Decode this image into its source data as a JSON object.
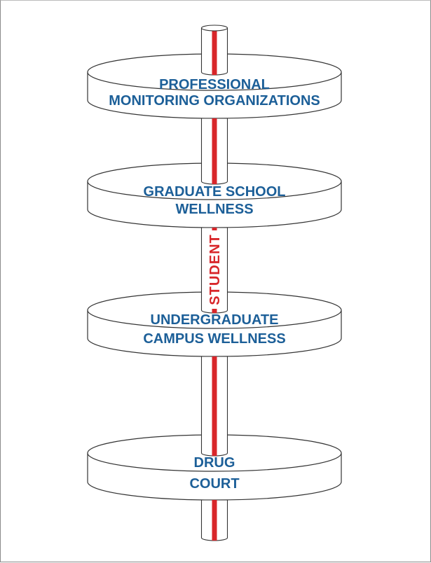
{
  "diagram": {
    "pole_label": "STUDENT",
    "levels": [
      {
        "lines": [
          "PROFESSIONAL",
          "MONITORING ORGANIZATIONS"
        ]
      },
      {
        "lines": [
          "GRADUATE SCHOOL",
          "WELLNESS"
        ]
      },
      {
        "lines": [
          "UNDERGRADUATE",
          "CAMPUS WELLNESS"
        ]
      },
      {
        "lines": [
          "DRUG",
          "COURT"
        ]
      }
    ],
    "colors": {
      "text": "#1c5f98",
      "stripe": "#d8262a",
      "outline": "#333333"
    }
  }
}
